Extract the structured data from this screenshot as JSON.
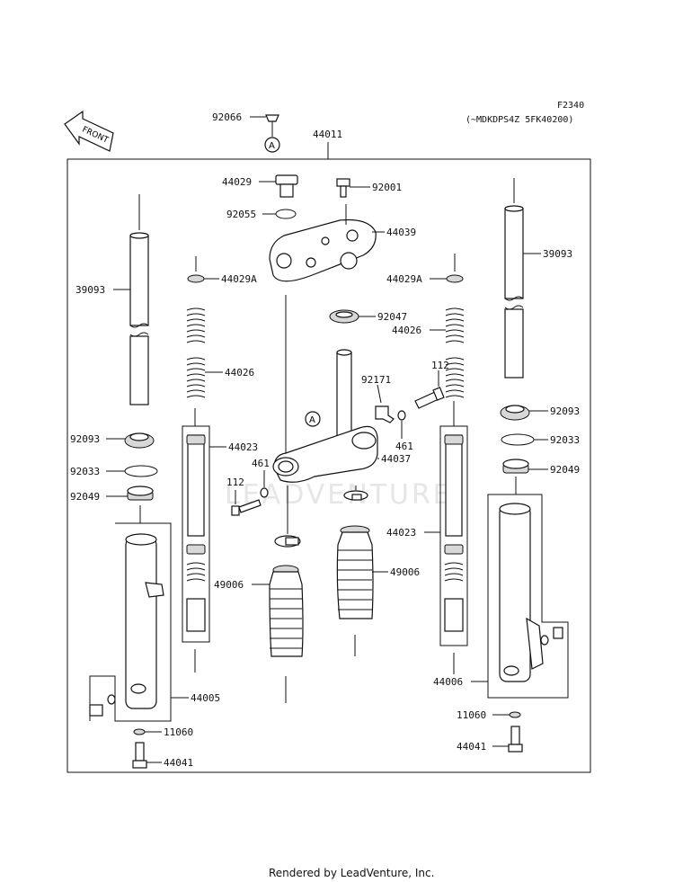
{
  "header": {
    "figure_code": "F2340",
    "model_note": "(~MDKDPS4Z 5FK40200)",
    "assembly_label": "44011",
    "front_label": "FRONT",
    "ref_marker": "A"
  },
  "watermark": "LEADVENTURE",
  "footer": "Rendered by LeadVenture, Inc.",
  "labels": {
    "p92066": "92066",
    "p44029": "44029",
    "p92001": "92001",
    "p92055": "92055",
    "p44039": "44039",
    "p39093_l": "39093",
    "p39093_r": "39093",
    "p44029A_l": "44029A",
    "p44029A_r": "44029A",
    "p92047": "92047",
    "p44026_l": "44026",
    "p44026_r": "44026",
    "p92171": "92171",
    "p112_r": "112",
    "p112_l": "112",
    "p461_r": "461",
    "p461_l": "461",
    "p44037": "44037",
    "p92093_l": "92093",
    "p92093_r": "92093",
    "p44023_l": "44023",
    "p44023_r": "44023",
    "p92033_l": "92033",
    "p92033_r": "92033",
    "p92049_l": "92049",
    "p92049_r": "92049",
    "p49006_l": "49006",
    "p49006_r": "49006",
    "p44005": "44005",
    "p44006": "44006",
    "p11060_l": "11060",
    "p11060_r": "11060",
    "p44041_l": "44041",
    "p44041_r": "44041"
  }
}
